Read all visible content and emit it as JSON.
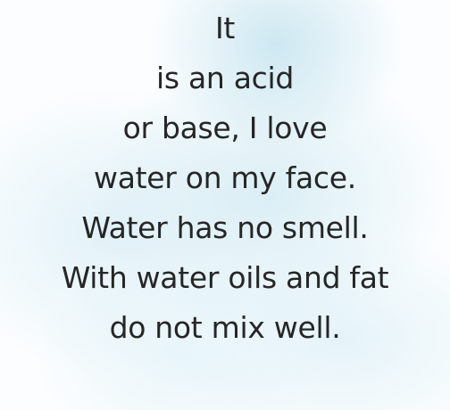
{
  "poem": {
    "lines": [
      "It",
      "is an acid",
      "or base, I love",
      "water on my face.",
      "Water has no smell.",
      "With water oils and fat",
      "do not mix well."
    ]
  },
  "colors": {
    "text": "#262626",
    "wash": "#c8e6f0",
    "paper": "#fbfdfe"
  }
}
